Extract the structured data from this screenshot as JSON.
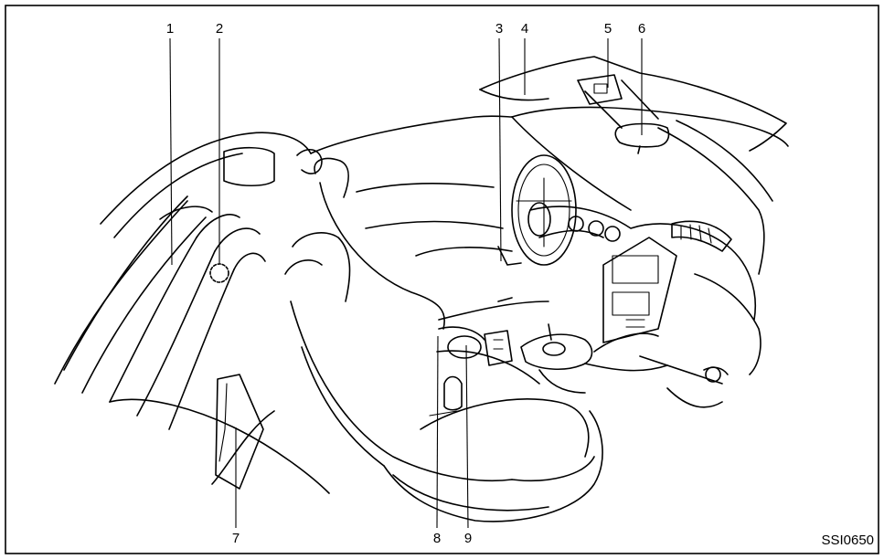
{
  "figure_code": "SSI0650",
  "callouts": [
    "1",
    "2",
    "3",
    "4",
    "5",
    "6",
    "7",
    "8",
    "9"
  ]
}
